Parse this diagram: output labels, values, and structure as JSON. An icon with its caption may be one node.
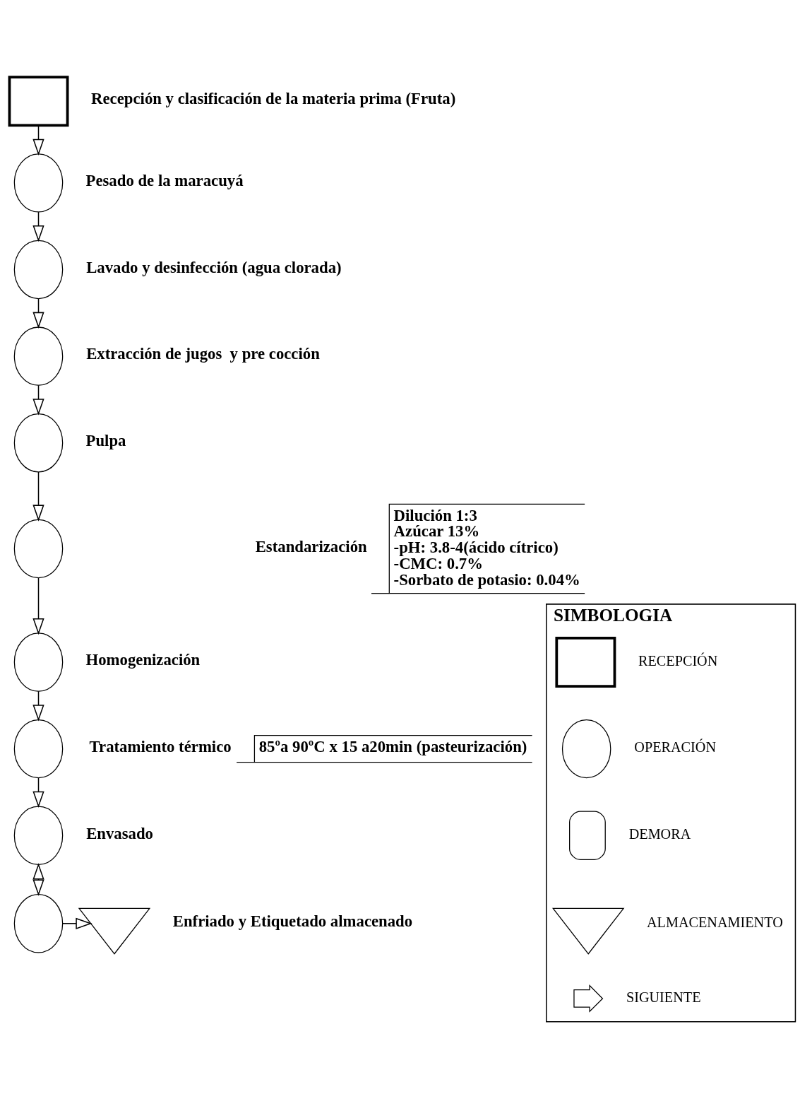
{
  "diagram": {
    "nodes": [
      {
        "text": [],
        "shape": "box",
        "beside": [
          "Recepción y clasificación de la materia prima (Fruta)"
        ]
      },
      {
        "text": [],
        "shape": "circle",
        "beside": [
          "Pesado de la maracuyá"
        ]
      },
      {
        "text": [],
        "shape": "circle",
        "beside": [
          "Lavado y desinfección (agua clorada)"
        ]
      },
      {
        "text": [],
        "shape": "circle",
        "beside": [
          "Extracción de jugos  y pre cocción"
        ]
      },
      {
        "text": [],
        "shape": "circle",
        "beside": [
          "Pulpa"
        ]
      },
      {
        "text": [],
        "shape": "circle",
        "beside": [
          "Estandarización",
          "Dilución 1:3",
          "Azúcar 13%",
          "-pH: 3.8-4(ácido cítrico)",
          "-CMC: 0.7%",
          "-Sorbato de potasio: 0.04%"
        ]
      },
      {
        "text": [],
        "shape": "circle",
        "beside": [
          "Homogenización"
        ]
      },
      {
        "text": [],
        "shape": "circle",
        "beside": [
          "Tratamiento térmico",
          "85ºa 90ºC x 15 a20min (pasteurización)"
        ]
      },
      {
        "text": [],
        "shape": "circle",
        "beside": [
          "Envasado"
        ]
      },
      {
        "text": [],
        "shape": "circle"
      },
      {
        "text": [],
        "shape": "triangle",
        "beside": [
          "Enfriado y Etiquetado almacenado"
        ]
      },
      {
        "text": [
          "SIMBOLOGIA"
        ]
      },
      {
        "text": [],
        "shape": "box",
        "in": 11,
        "beside": [
          "RECEPCIÓN"
        ]
      },
      {
        "text": [],
        "shape": "circle",
        "in": 11,
        "beside": [
          "OPERACIÓN"
        ]
      },
      {
        "text": [],
        "shape": "delay",
        "in": 11,
        "beside": [
          "DEMORA"
        ]
      },
      {
        "text": [],
        "shape": "triangle",
        "in": 11,
        "beside": [
          "ALMACENAMIENTO"
        ]
      },
      {
        "text": [],
        "shape": "arrow",
        "in": 11,
        "beside": [
          "SIGUIENTE"
        ]
      }
    ],
    "edges": [
      {
        "from": 0,
        "to": 1,
        "arrow": "to"
      },
      {
        "from": 1,
        "to": 2,
        "arrow": "to"
      },
      {
        "from": 2,
        "to": 3,
        "arrow": "to"
      },
      {
        "from": 3,
        "to": 4,
        "arrow": "to"
      },
      {
        "from": 4,
        "to": 5,
        "arrow": "to"
      },
      {
        "from": 5,
        "to": 6,
        "arrow": "to"
      },
      {
        "from": 6,
        "to": 7,
        "arrow": "to"
      },
      {
        "from": 7,
        "to": 8,
        "arrow": "to"
      },
      {
        "from": 8,
        "to": 9,
        "arrow": "both"
      },
      {
        "from": 9,
        "to": 10,
        "arrow": "to"
      }
    ]
  }
}
